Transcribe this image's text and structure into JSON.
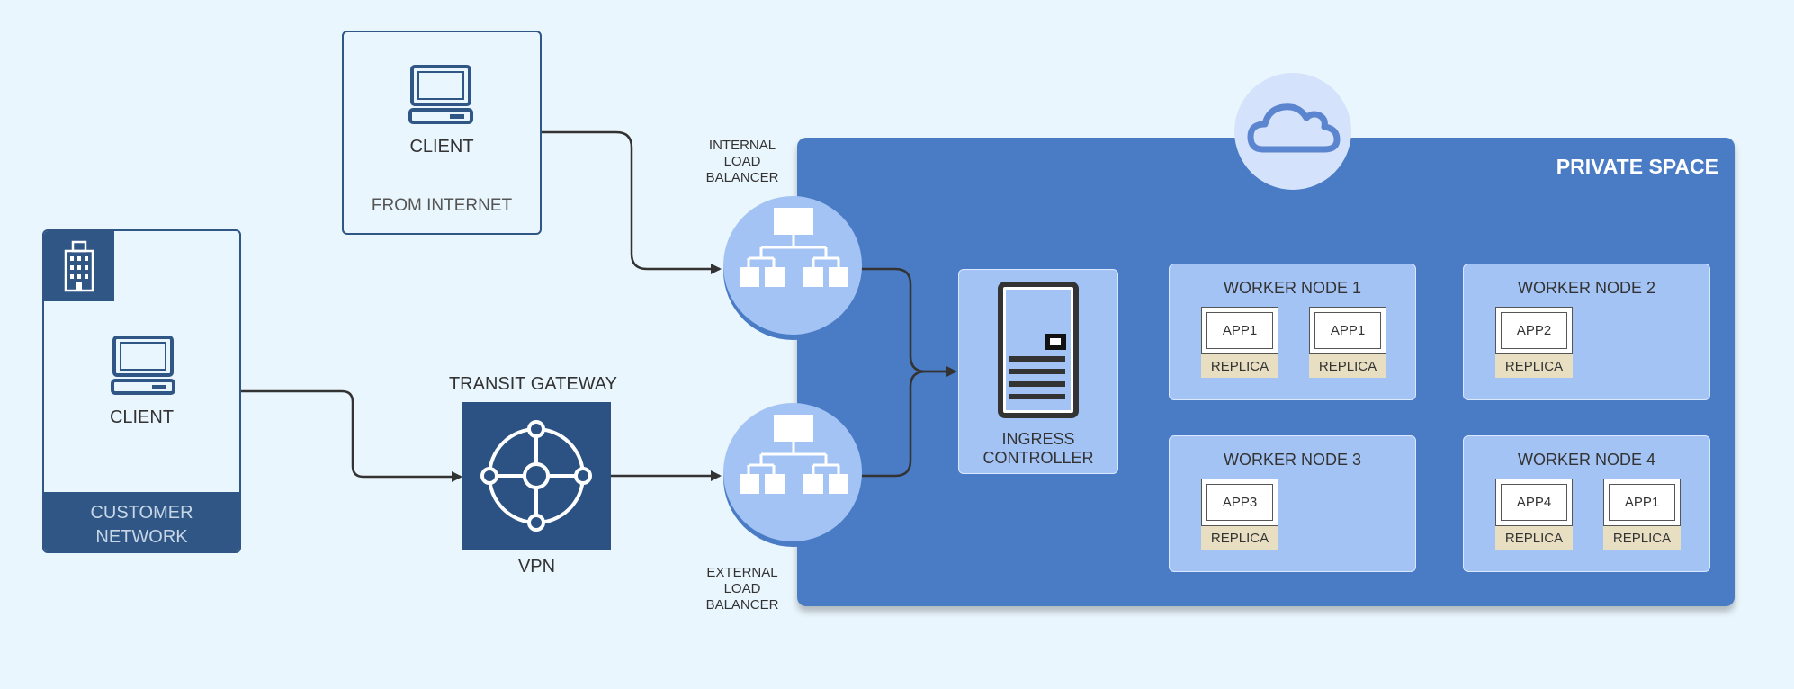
{
  "client_internet": {
    "title": "CLIENT",
    "subtitle": "FROM INTERNET"
  },
  "client_customer": {
    "title": "CLIENT",
    "footer_line1": "CUSTOMER",
    "footer_line2": "NETWORK"
  },
  "transit_gateway": {
    "label": "TRANSIT GATEWAY",
    "sublabel": "VPN"
  },
  "internal_lb": {
    "line1": "INTERNAL",
    "line2": "LOAD",
    "line3": "BALANCER"
  },
  "external_lb": {
    "line1": "EXTERNAL",
    "line2": "LOAD",
    "line3": "BALANCER"
  },
  "private_space": {
    "title": "PRIVATE SPACE"
  },
  "ingress": {
    "line1": "INGRESS",
    "line2": "CONTROLLER"
  },
  "workers": [
    {
      "title": "WORKER NODE 1",
      "apps": [
        {
          "name": "APP1",
          "replica": "REPLICA"
        },
        {
          "name": "APP1",
          "replica": "REPLICA"
        }
      ]
    },
    {
      "title": "WORKER NODE 2",
      "apps": [
        {
          "name": "APP2",
          "replica": "REPLICA"
        }
      ]
    },
    {
      "title": "WORKER NODE 3",
      "apps": [
        {
          "name": "APP3",
          "replica": "REPLICA"
        }
      ]
    },
    {
      "title": "WORKER NODE 4",
      "apps": [
        {
          "name": "APP4",
          "replica": "REPLICA"
        },
        {
          "name": "APP1",
          "replica": "REPLICA"
        }
      ]
    }
  ],
  "colors": {
    "background": "#eaf6fd",
    "private_space": "#4a7bc5",
    "node": "#a4c3f5",
    "dark_blue": "#2f5685",
    "replica": "#e8dfc2"
  }
}
